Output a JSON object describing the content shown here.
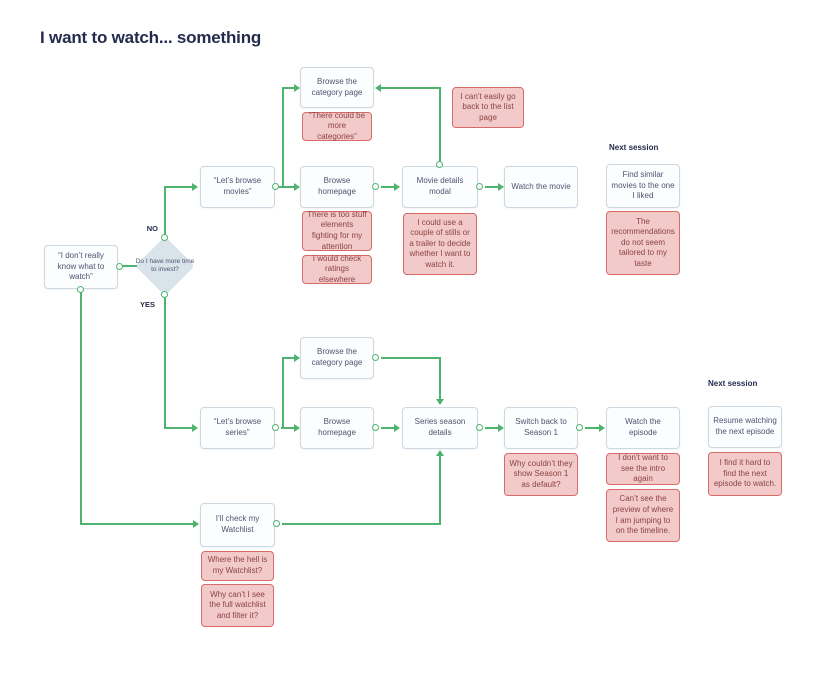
{
  "title": "I want to watch... something",
  "labels": {
    "no": "NO",
    "yes": "YES",
    "next_session_movies": "Next session",
    "next_session_series": "Next session"
  },
  "decision": {
    "question": "Do I have more time to invest?"
  },
  "steps": {
    "start": "“I don’t really know what to watch”",
    "browse_category_movies": "Browse the category page",
    "lets_browse_movies": "“Let’s browse movies”",
    "browse_homepage_movies": "Browse homepage",
    "movie_details_modal": "Movie details modal",
    "watch_the_movie": "Watch the movie",
    "find_similar_movies": "Find similar movies to the one I liked",
    "browse_category_series": "Browse the category page",
    "lets_browse_series": "“Let’s browse series”",
    "browse_homepage_series": "Browse homepage",
    "series_season_details": "Series season details",
    "switch_back_season_1": "Switch back to Season 1",
    "watch_the_episode": "Watch the episode",
    "resume_watching_next_episode": "Resume watching the next episode",
    "check_my_watchlist": "I’ll check my Watchlist"
  },
  "pain_points": {
    "more_categories": "“There could be more categories”",
    "cant_go_back_to_list": "I can’t easily go back to the list page",
    "too_many_elements": "There is too stuff elements fighting for my attention",
    "check_ratings_elsewhere": "I would check ratings elsewhere",
    "stills_or_trailer": "I could use a couple of stills or a trailer to decide whether I want to watch it.",
    "recommendations_not_tailored": "The recommendations do not seem tailored to my taste",
    "season_1_default": "Why couldn’t they show Season 1 as default?",
    "intro_again": "I don’t want to see the intro again",
    "timeline_preview": "Can’t see the preview of where I am jumping to on the timeline.",
    "hard_to_find_next_episode": "I find it hard to find the next episode to watch.",
    "where_is_watchlist": "Where the hell is my Watchlist?",
    "full_watchlist_filter": "Why can’t I see the full watchlist and filter it?"
  },
  "colors": {
    "connector_green": "#4eb36e",
    "title_navy": "#252b4c",
    "step_fill": "#fbfdfe",
    "step_border": "#ccd7df",
    "step_text": "#4d5470",
    "pain_fill": "#f2caca",
    "pain_border": "#d76b66",
    "pain_text": "#8c4342",
    "diamond_fill": "#d9e3ea"
  }
}
